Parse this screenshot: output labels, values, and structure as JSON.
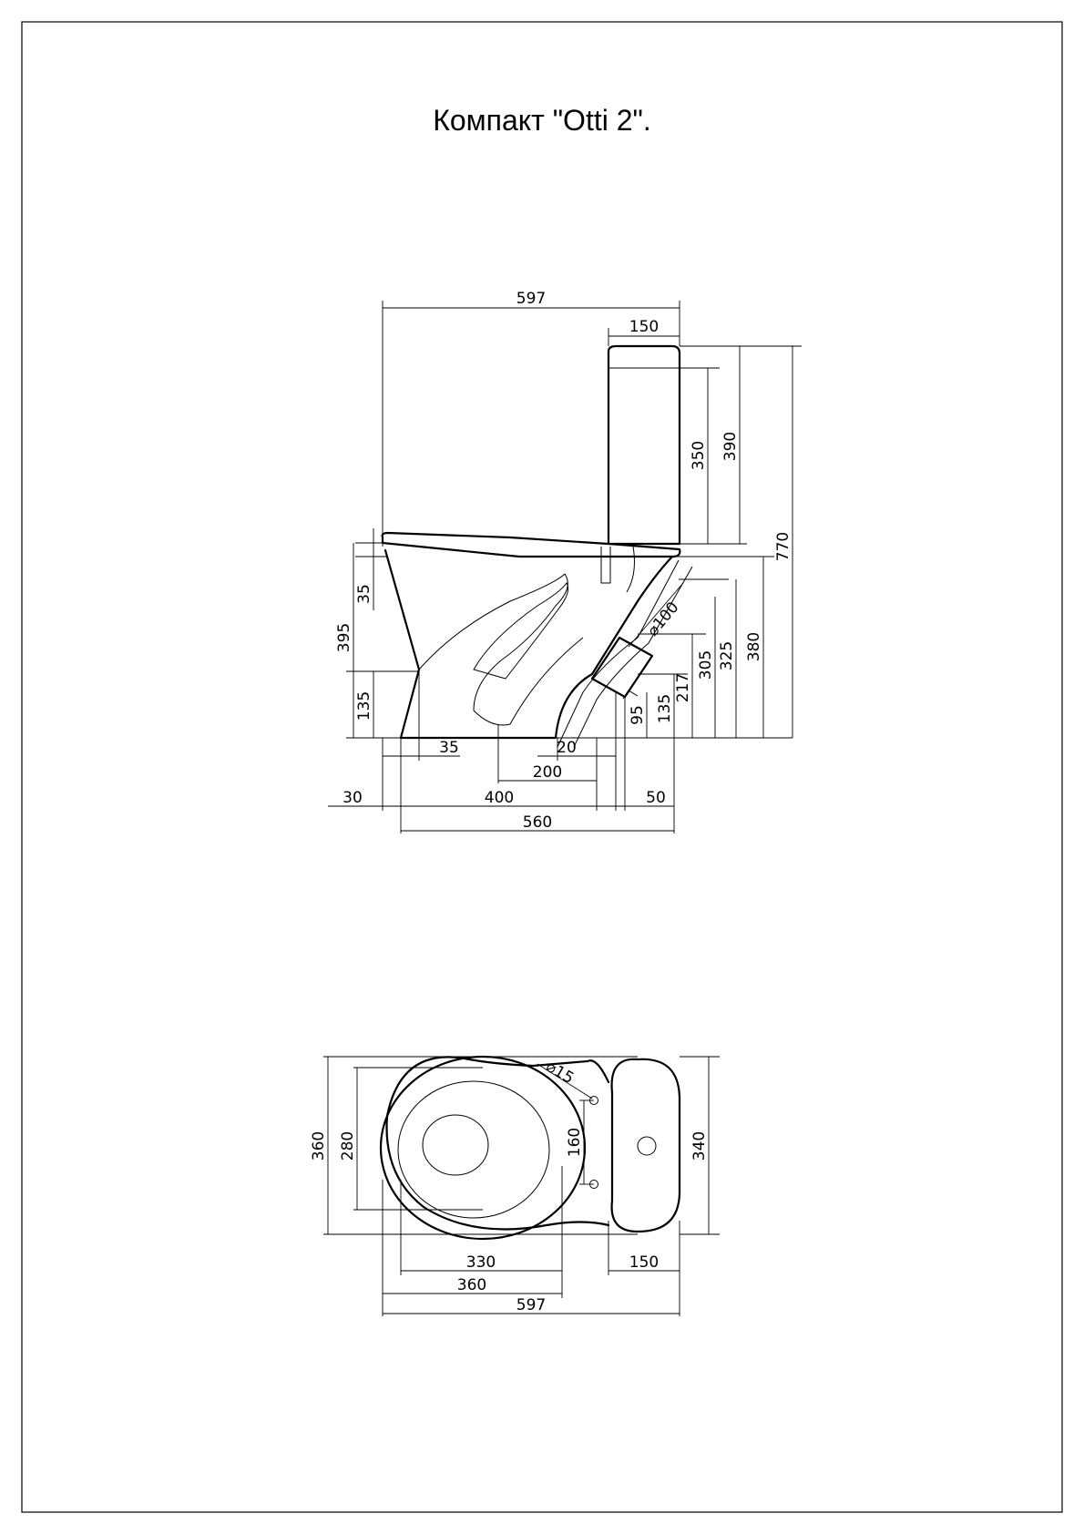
{
  "title": "Компакт \"Otti 2\".",
  "side_view": {
    "overall_length": "597",
    "tank_depth": "150",
    "tank_height_inner": "350",
    "tank_height": "390",
    "total_height": "770",
    "seat_thickness": "35",
    "bowl_height": "395",
    "front_base_height": "135",
    "outlet_diameter": "⌀100",
    "outlet_center_a": "305",
    "outlet_center_b": "325",
    "bowl_top_height": "380",
    "outlet_height": "217",
    "pipe_height": "135",
    "pipe_low_height": "95",
    "front_offset": "35",
    "rear_offset": "20",
    "fixing_distance": "200",
    "front_overhang": "30",
    "base_length": "400",
    "rear_overhang": "50",
    "total_base": "560"
  },
  "top_view": {
    "hole_diameter": "⌀15",
    "hole_spacing": "160",
    "bowl_width": "360",
    "inner_width": "280",
    "tank_width": "340",
    "inner_length": "330",
    "bowl_length": "360",
    "tank_depth": "150",
    "overall_length": "597"
  }
}
